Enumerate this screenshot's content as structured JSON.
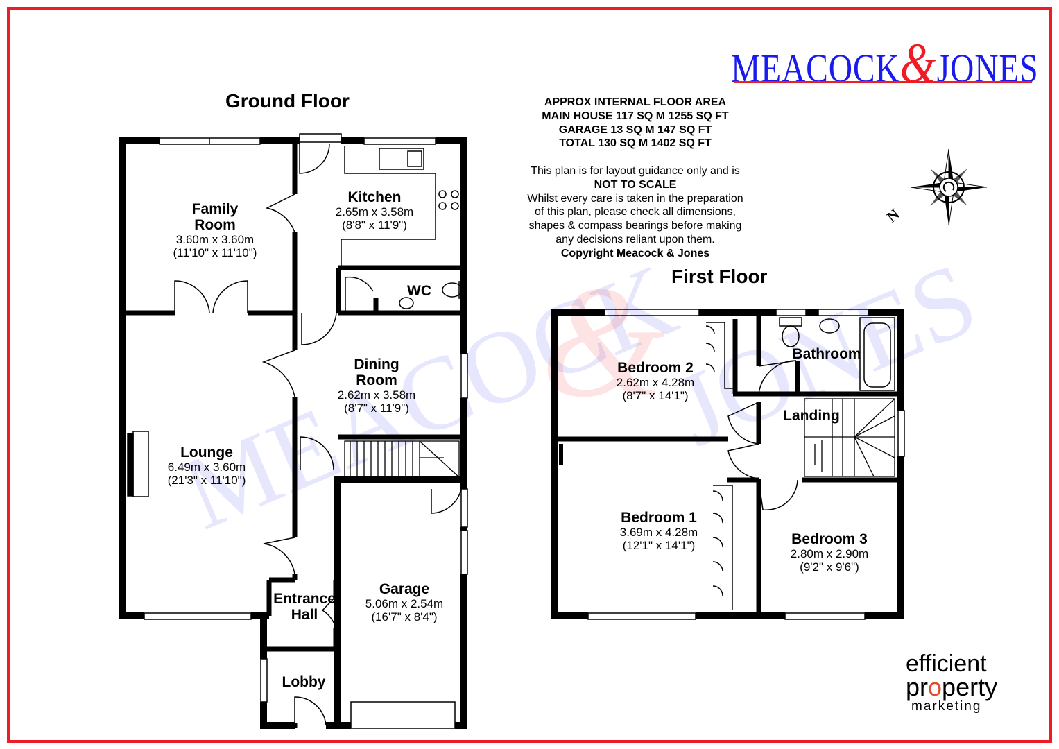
{
  "brand": {
    "left": "MEACOCK",
    "amp": "&",
    "right": "JONES"
  },
  "ground_floor": {
    "title": "Ground Floor",
    "rooms": {
      "family_room": {
        "name1": "Family",
        "name2": "Room",
        "metric": "3.60m x 3.60m",
        "imperial": "(11'10\" x 11'10\")"
      },
      "kitchen": {
        "name1": "Kitchen",
        "metric": "2.65m x 3.58m",
        "imperial": "(8'8\" x 11'9\")"
      },
      "wc": {
        "name1": "WC"
      },
      "dining_room": {
        "name1": "Dining",
        "name2": "Room",
        "metric": "2.62m x 3.58m",
        "imperial": "(8'7\" x 11'9\")"
      },
      "lounge": {
        "name1": "Lounge",
        "metric": "6.49m x 3.60m",
        "imperial": "(21'3\" x 11'10\")"
      },
      "garage": {
        "name1": "Garage",
        "metric": "5.06m x 2.54m",
        "imperial": "(16'7\" x 8'4\")"
      },
      "entrance_hall": {
        "name1": "Entrance",
        "name2": "Hall"
      },
      "lobby": {
        "name1": "Lobby"
      }
    }
  },
  "first_floor": {
    "title": "First Floor",
    "rooms": {
      "bedroom2": {
        "name1": "Bedroom 2",
        "metric": "2.62m x 4.28m",
        "imperial": "(8'7\" x 14'1\")"
      },
      "bathroom": {
        "name1": "Bathroom"
      },
      "landing": {
        "name1": "Landing"
      },
      "bedroom1": {
        "name1": "Bedroom 1",
        "metric": "3.69m x 4.28m",
        "imperial": "(12'1\" x 14'1\")"
      },
      "bedroom3": {
        "name1": "Bedroom 3",
        "metric": "2.80m x 2.90m",
        "imperial": "(9'2\" x 9'6\")"
      }
    }
  },
  "area_info": {
    "line1": "APPROX INTERNAL FLOOR AREA",
    "line2": "MAIN HOUSE 117 SQ M 1255 SQ FT",
    "line3": "GARAGE 13 SQ M 147 SQ FT",
    "line4": "TOTAL 130 SQ M 1402 SQ FT"
  },
  "disclaimer": {
    "line1": "This plan is for layout guidance only and is",
    "line2": "NOT TO SCALE",
    "line3": "Whilst every care is taken in the preparation",
    "line4": "of this plan, please check all dimensions,",
    "line5": "shapes & compass bearings before making",
    "line6": "any decisions reliant upon them.",
    "line7": "Copyright Meacock & Jones"
  },
  "compass": {
    "north_label": "N",
    "icon": "compass-rose-icon"
  },
  "footer_logo": {
    "line1": "efficient",
    "line2_a": "pr",
    "line2_o": "o",
    "line2_b": "perty",
    "line3": "marketing"
  },
  "colors": {
    "frame": "#ee1c24",
    "brand_blue": "#1a1aee",
    "brand_red": "#ee1c24",
    "wall": "#000000"
  }
}
